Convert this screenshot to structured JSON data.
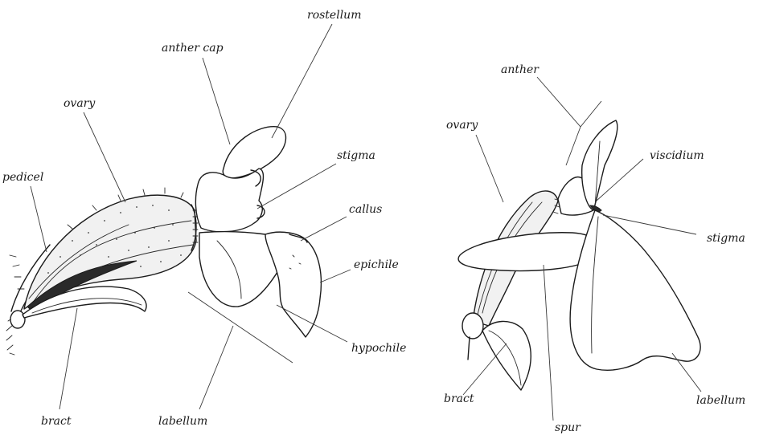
{
  "left_flower": {
    "labels": {
      "rostellum": "rostellum",
      "anther_cap": "anther cap",
      "ovary": "ovary",
      "stigma": "stigma",
      "callus": "callus",
      "pedicel": "pedicel",
      "epichile": "epichile",
      "hypochile": "hypochile",
      "bract": "bract",
      "labellum": "labellum"
    }
  },
  "right_flower": {
    "labels": {
      "anther": "anther",
      "ovary": "ovary",
      "viscidium": "viscidium",
      "stigma": "stigma",
      "bract": "bract",
      "spur": "spur",
      "labellum": "labellum"
    }
  }
}
